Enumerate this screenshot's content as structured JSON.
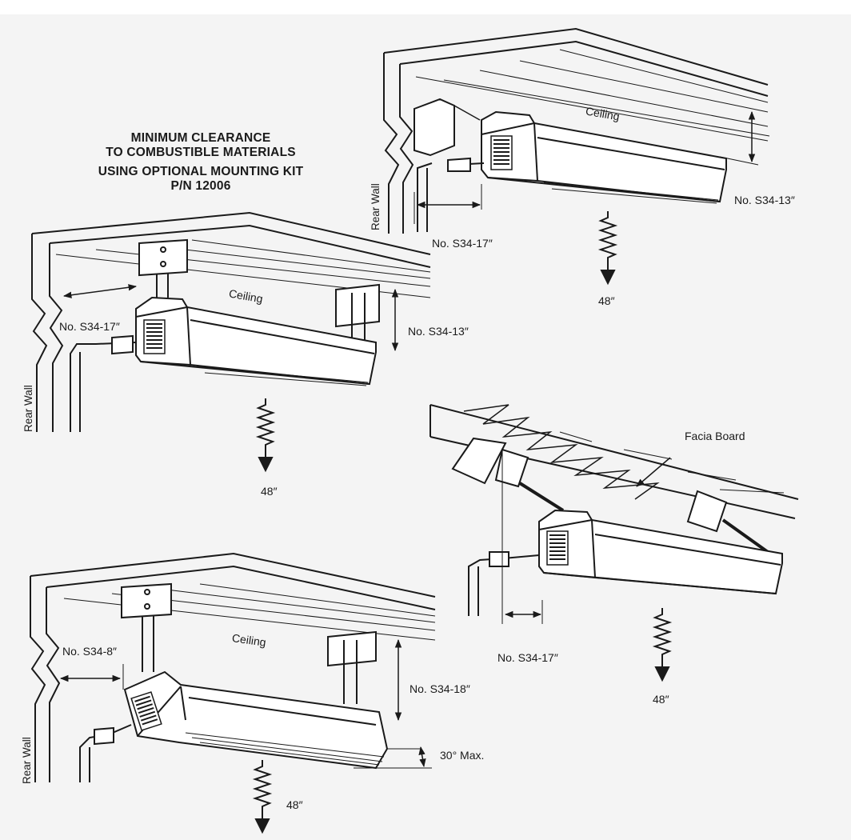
{
  "title": {
    "line1": "MINIMUM CLEARANCE",
    "line2": "TO COMBUSTIBLE MATERIALS",
    "line3": "USING OPTIONAL MOUNTING KIT",
    "line4": "P/N 12006"
  },
  "labels": {
    "ceiling": "Ceiling",
    "rear_wall": "Rear Wall",
    "facia_board": "Facia Board",
    "s34_17": "No. S34-17″",
    "s34_13": "No. S34-13″",
    "s34_8": "No. S34-8″",
    "s34_18": "No. S34-18″",
    "floor_48": "48″",
    "tilt_max": "30° Max."
  }
}
